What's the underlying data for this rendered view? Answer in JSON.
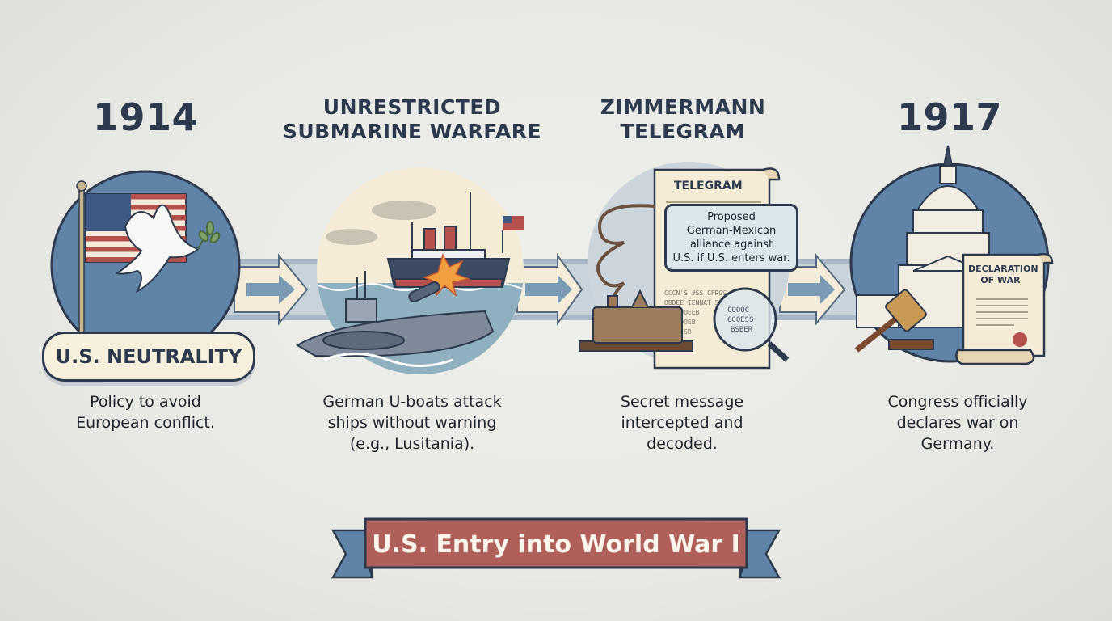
{
  "infographic": {
    "title": "U.S. Entry into World War I",
    "colors": {
      "background": "#e8e8e4",
      "navy": "#2d3a4e",
      "circle_blue": "#5f84a8",
      "cream": "#f6efdc",
      "banner_red": "#b0605a",
      "ribbon_blue": "#5f84a8",
      "arrow_blue": "#7b9ab6"
    },
    "steps": [
      {
        "heading": "1914",
        "label": "U.S. NEUTRALITY",
        "description_lines": [
          "Policy to avoid",
          "European conflict."
        ],
        "icons": [
          "american-flag-icon",
          "dove-icon",
          "olive-branch-icon"
        ]
      },
      {
        "heading_lines": [
          "UNRESTRICTED",
          "SUBMARINE WARFARE"
        ],
        "description_lines": [
          "German U-boats attack",
          "ships without warning",
          "(e.g., Lusitania)."
        ],
        "icons": [
          "submarine-icon",
          "ocean-liner-icon",
          "torpedo-icon",
          "explosion-icon",
          "american-flag-icon"
        ]
      },
      {
        "heading_lines": [
          "ZIMMERMANN",
          "TELEGRAM"
        ],
        "telegram_title": "TELEGRAM",
        "telegram_bubble_lines": [
          "Proposed",
          "German-Mexican",
          "alliance against",
          "U.S. if U.S. enters war."
        ],
        "description_lines": [
          "Secret message",
          "intercepted and",
          "decoded."
        ],
        "icons": [
          "telegraph-key-icon",
          "scroll-icon",
          "magnifying-glass-icon"
        ]
      },
      {
        "heading": "1917",
        "document_lines": [
          "DECLARATION",
          "OF WAR"
        ],
        "description_lines": [
          "Congress officially",
          "declares war on",
          "Germany."
        ],
        "icons": [
          "capitol-dome-icon",
          "gavel-icon",
          "scroll-icon",
          "wax-seal-icon"
        ]
      }
    ]
  }
}
